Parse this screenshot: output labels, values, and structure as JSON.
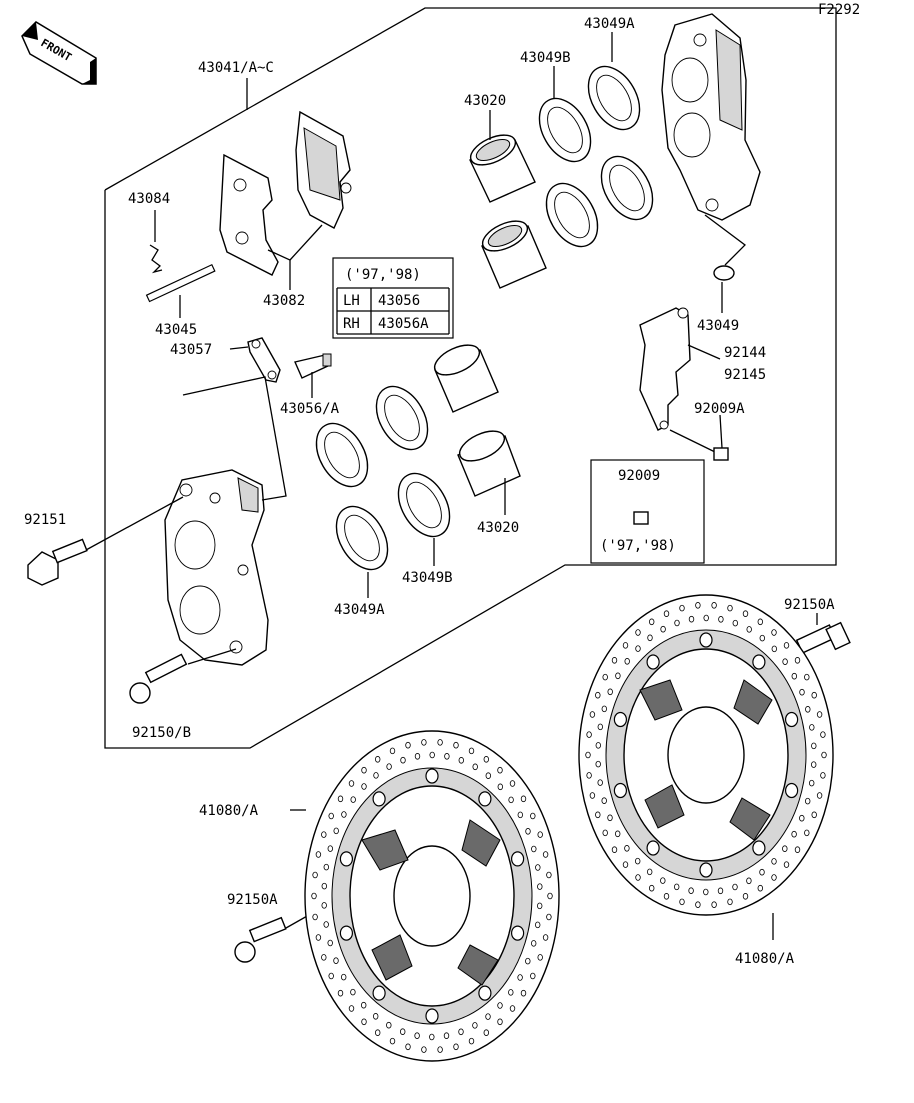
{
  "diagram_id": "F2292",
  "front_label": "FRONT",
  "labels": {
    "p43041": "43041/A~C",
    "p43084": "43084",
    "p43082": "43082",
    "p43045": "43045",
    "p43057": "43057",
    "p43056a": "43056/A",
    "p92151": "92151",
    "p92150b": "92150/B",
    "p43020_top": "43020",
    "p43049b_top": "43049B",
    "p43049a_top": "43049A",
    "p43049": "43049",
    "p92144": "92144",
    "p92145": "92145",
    "p92009a": "92009A",
    "p43020_bot": "43020",
    "p43049b_bot": "43049B",
    "p43049a_bot": "43049A",
    "p92150a_right": "92150A",
    "p41080_left": "41080/A",
    "p92150a_left": "92150A",
    "p41080_right": "41080/A"
  },
  "year_table": {
    "years": "('97,'98)",
    "rows": [
      {
        "side": "LH",
        "part": "43056"
      },
      {
        "side": "RH",
        "part": "43056A"
      }
    ]
  },
  "inset_92009": {
    "part": "92009",
    "years": "('97,'98)"
  }
}
